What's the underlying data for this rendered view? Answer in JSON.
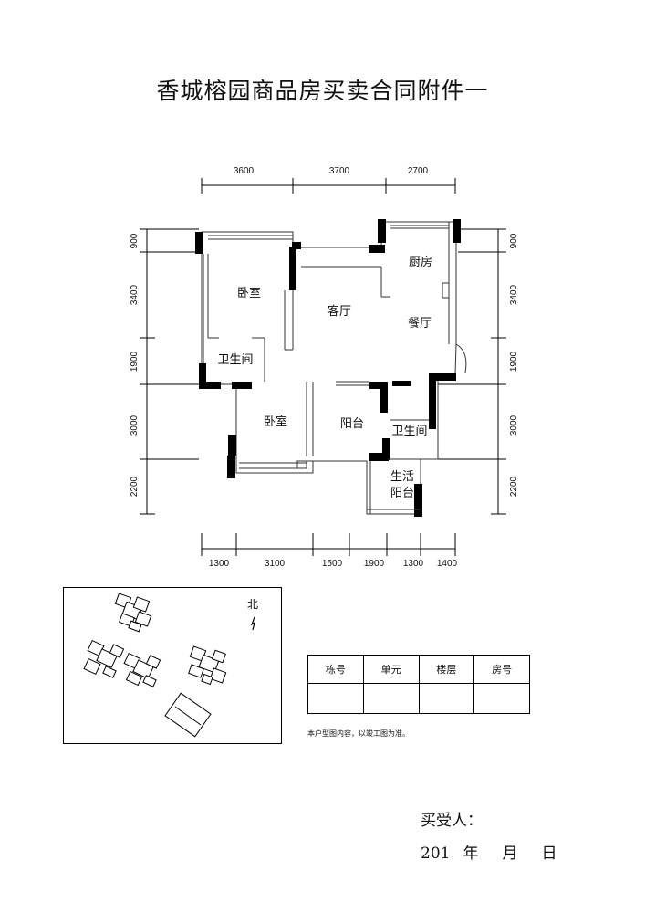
{
  "title": "香城榕园商品房买卖合同附件一",
  "top_dims": [
    "3600",
    "3700",
    "2700"
  ],
  "left_dims": [
    "900",
    "3400",
    "1900",
    "3000",
    "2200"
  ],
  "right_dims": [
    "900",
    "3400",
    "1900",
    "3000",
    "2200"
  ],
  "bottom_dims": [
    "1300",
    "3100",
    "1500",
    "1900",
    "1300",
    "1400"
  ],
  "rooms": {
    "bedroom1": "卧室",
    "living": "客厅",
    "kitchen": "厨房",
    "dining": "餐厅",
    "bath1": "卫生间",
    "bedroom2": "卧室",
    "balcony": "阳台",
    "bath2": "卫生间",
    "service_balcony_line1": "生活",
    "service_balcony_line2": "阳台"
  },
  "site_map": {
    "north_label": "北"
  },
  "info_table": {
    "headers": [
      "栋号",
      "单元",
      "楼层",
      "房号"
    ],
    "values": [
      "",
      "",
      "",
      ""
    ]
  },
  "note": "本户型图内容，以竣工图为准。",
  "buyer_label": "买受人：",
  "date": {
    "year": "201",
    "year_unit": "年",
    "month_unit": "月",
    "day_unit": "日"
  }
}
